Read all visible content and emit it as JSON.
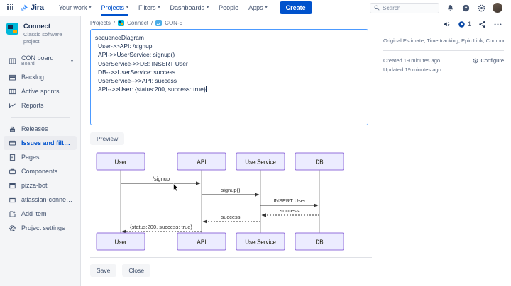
{
  "topnav": {
    "logo_text": "Jira",
    "items": [
      {
        "label": "Your work",
        "has_caret": true,
        "active": false
      },
      {
        "label": "Projects",
        "has_caret": true,
        "active": true
      },
      {
        "label": "Filters",
        "has_caret": true,
        "active": false
      },
      {
        "label": "Dashboards",
        "has_caret": true,
        "active": false
      },
      {
        "label": "People",
        "has_caret": false,
        "active": false
      },
      {
        "label": "Apps",
        "has_caret": true,
        "active": false
      }
    ],
    "create_label": "Create",
    "search_placeholder": "Search",
    "icons": [
      "apps-grid-icon",
      "notifications-bell-icon",
      "help-question-icon",
      "settings-gear-icon",
      "user-avatar"
    ]
  },
  "sidebar": {
    "project_name": "Connect",
    "project_type": "Classic software project",
    "items": [
      {
        "label": "CON board",
        "sub": "Board",
        "icon": "board-icon",
        "selected": false,
        "chevron": true
      },
      {
        "label": "Backlog",
        "icon": "backlog-icon",
        "selected": false
      },
      {
        "label": "Active sprints",
        "icon": "sprints-icon",
        "selected": false
      },
      {
        "label": "Reports",
        "icon": "reports-icon",
        "selected": false
      },
      {
        "label": "Releases",
        "icon": "releases-icon",
        "selected": false
      },
      {
        "label": "Issues and filters",
        "icon": "issues-icon",
        "selected": true
      },
      {
        "label": "Pages",
        "icon": "pages-icon",
        "selected": false
      },
      {
        "label": "Components",
        "icon": "components-icon",
        "selected": false
      },
      {
        "label": "pizza-bot",
        "icon": "app-icon",
        "selected": false
      },
      {
        "label": "atlassian-connect…",
        "icon": "app-icon",
        "selected": false
      },
      {
        "label": "Add item",
        "icon": "add-item-icon",
        "selected": false
      },
      {
        "label": "Project settings",
        "icon": "project-settings-icon",
        "selected": false
      }
    ]
  },
  "breadcrumb": {
    "projects_label": "Projects",
    "project_label": "Connect",
    "issue_label": "CON-5",
    "separator": "/"
  },
  "editor": {
    "code_lines": [
      "sequenceDiagram",
      "User->>API: /signup",
      "API->>UserService: signup()",
      "UserService->>DB: INSERT User",
      "DB-->>UserService: success",
      "UserService-->>API: success",
      "API-->>User: {status:200, success: true}"
    ],
    "preview_label": "Preview",
    "save_label": "Save",
    "close_label": "Close"
  },
  "diagram_data": {
    "type": "sequence",
    "participants": [
      "User",
      "API",
      "UserService",
      "DB"
    ],
    "messages": [
      {
        "from": "User",
        "to": "API",
        "label": "/signup",
        "style": "solid"
      },
      {
        "from": "API",
        "to": "UserService",
        "label": "signup()",
        "style": "solid"
      },
      {
        "from": "UserService",
        "to": "DB",
        "label": "INSERT User",
        "style": "solid"
      },
      {
        "from": "DB",
        "to": "UserService",
        "label": "success",
        "style": "dashed"
      },
      {
        "from": "UserService",
        "to": "API",
        "label": "success",
        "style": "dashed"
      },
      {
        "from": "API",
        "to": "User",
        "label": "{status:200, success: true}",
        "style": "dashed"
      }
    ],
    "box_fill": "#ECECFF",
    "box_stroke": "#9370DB",
    "line_color": "#333333"
  },
  "rightpanel": {
    "watch_count": "1",
    "hidden_fields": "Original Estimate, Time tracking, Epic Link, Compone…",
    "created_label": "Created 19 minutes ago",
    "updated_label": "Updated 19 minutes ago",
    "configure_label": "Configure",
    "icons": [
      "feedback-megaphone-icon",
      "watch-eye-icon",
      "share-icon",
      "more-actions-icon"
    ]
  },
  "colors": {
    "brand_blue": "#0052CC",
    "sidebar_bg": "#F4F5F7",
    "text": "#172B4D",
    "muted": "#5E6C84",
    "focus_border": "#4C9AFF"
  }
}
